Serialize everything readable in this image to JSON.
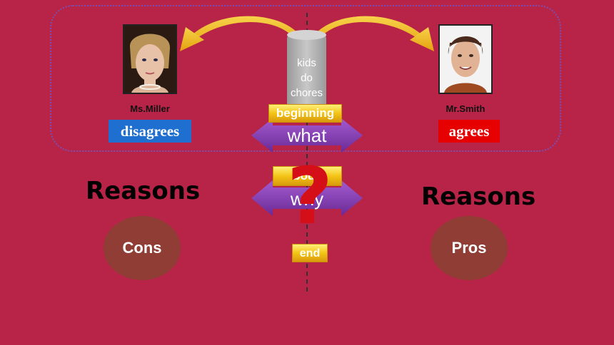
{
  "left_person": {
    "name": "Ms.Miller",
    "stance": "disagrees",
    "stance_color": "#1f6fd0"
  },
  "right_person": {
    "name": "Mr.Smith",
    "stance": "agrees",
    "stance_color": "#e60000"
  },
  "topic": {
    "line1": "kids",
    "line2": "do",
    "line3": "chores"
  },
  "tags": {
    "beginning": "beginning",
    "body": "body",
    "end": "end"
  },
  "arrows": {
    "what": "what",
    "why": "why"
  },
  "reasons_left": "Reasons",
  "reasons_right": "Reasons",
  "cons_label": "Cons",
  "pros_label": "Pros",
  "question_mark": "?",
  "colors": {
    "background": "#b82447",
    "arrow": "#7b3aa6",
    "tag": "#f3c415",
    "circle": "#8f3d35",
    "curved_arrow": "#f2b417"
  }
}
